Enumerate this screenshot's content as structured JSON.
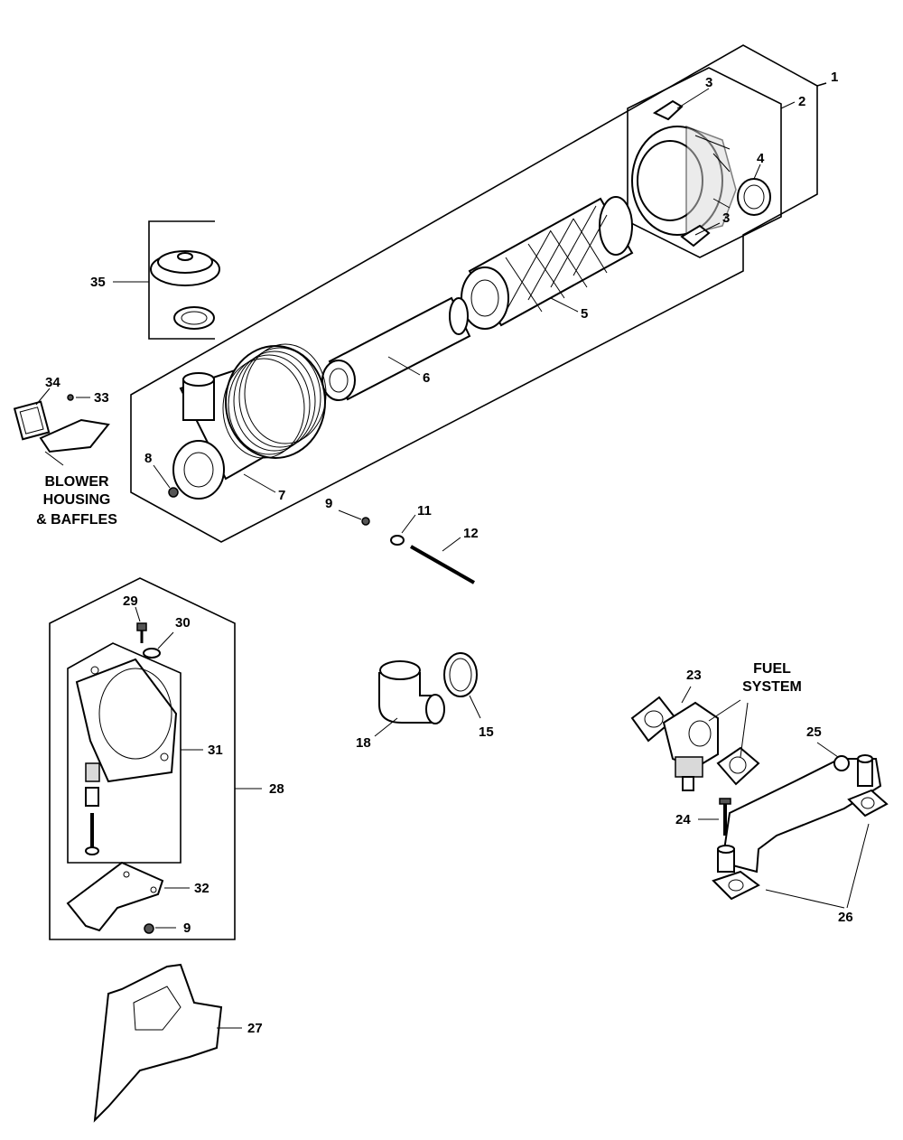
{
  "callouts": {
    "c1": "1",
    "c2": "2",
    "c3a": "3",
    "c3b": "3",
    "c4": "4",
    "c5": "5",
    "c6": "6",
    "c7": "7",
    "c8": "8",
    "c9a": "9",
    "c9b": "9",
    "c11": "11",
    "c12": "12",
    "c15": "15",
    "c18": "18",
    "c23": "23",
    "c24": "24",
    "c25": "25",
    "c26": "26",
    "c27": "27",
    "c28": "28",
    "c29": "29",
    "c30": "30",
    "c31": "31",
    "c32": "32",
    "c33": "33",
    "c34": "34",
    "c35": "35"
  },
  "notes": {
    "blower_line1": "BLOWER",
    "blower_line2": "HOUSING",
    "blower_line3": "& BAFFLES",
    "fuel_line1": "FUEL",
    "fuel_line2": "SYSTEM"
  }
}
